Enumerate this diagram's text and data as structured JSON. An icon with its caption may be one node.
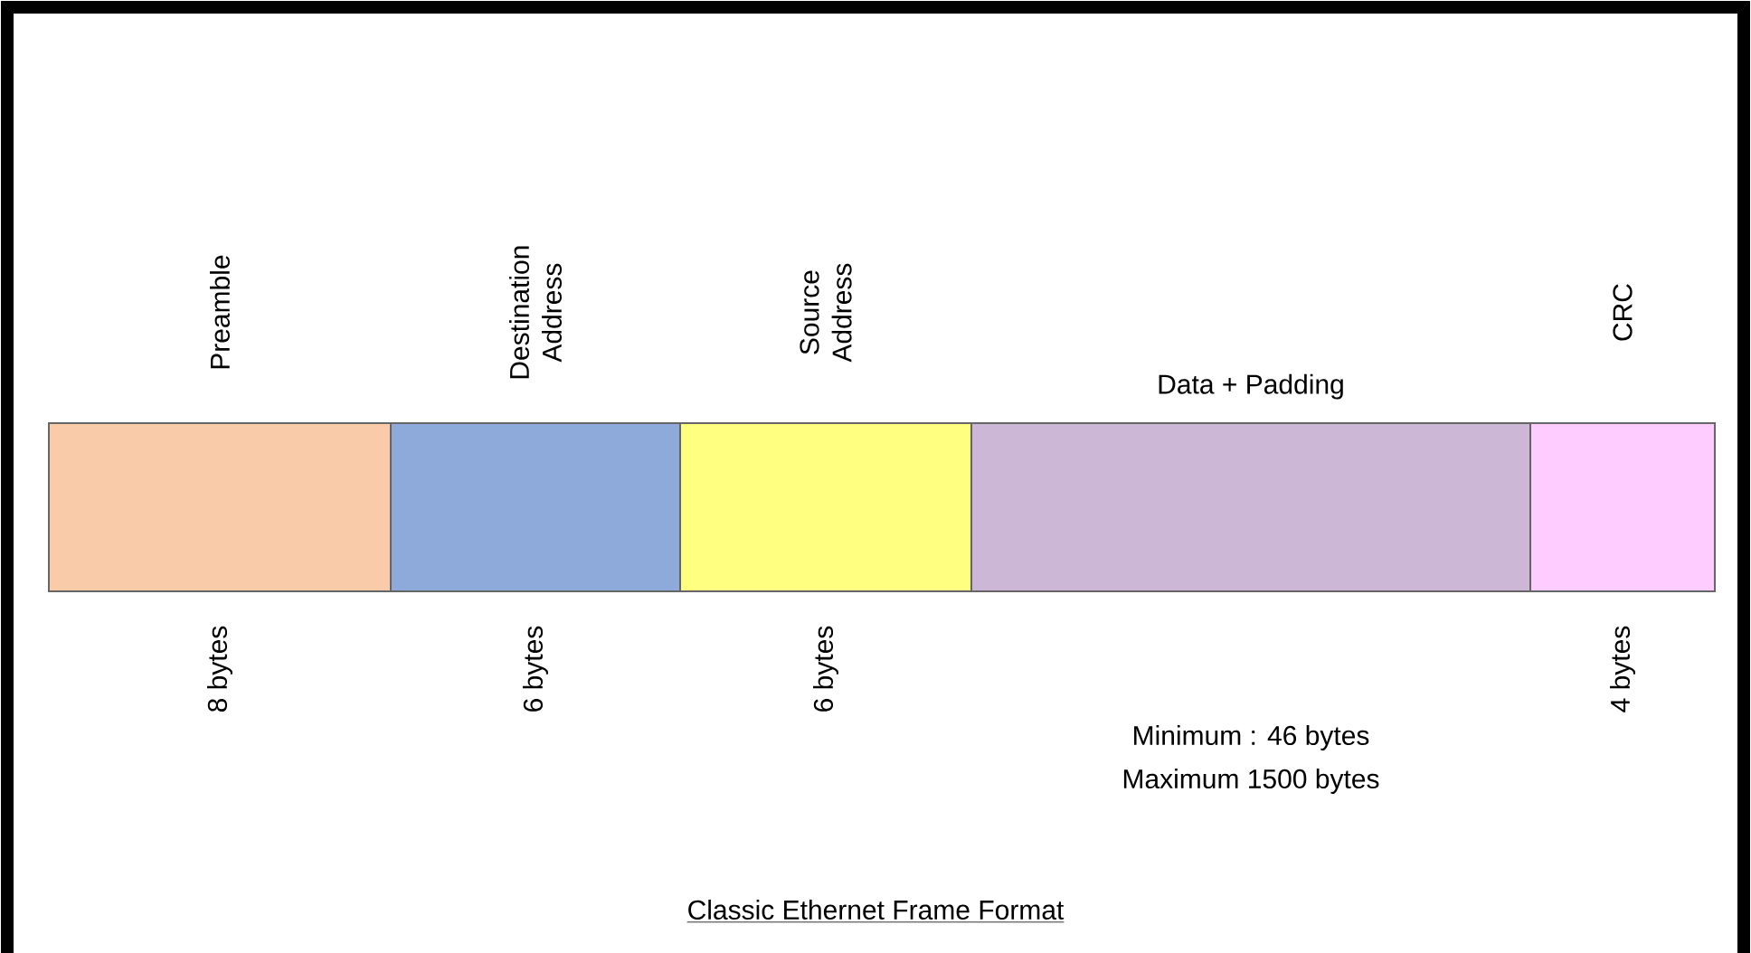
{
  "diagram": {
    "caption": "Classic Ethernet Frame Format",
    "nodes": [
      {
        "text": [
          "Preamble"
        ],
        "beside": [
          "8 bytes"
        ]
      },
      {
        "text": [
          "Destination Address"
        ],
        "beside": [
          "6 bytes"
        ]
      },
      {
        "text": [
          "Source Address"
        ],
        "beside": [
          "6 bytes"
        ]
      },
      {
        "text": [
          "Data + Padding"
        ],
        "beside": [
          "Minimum : 46 bytes",
          "Maximum 1500 bytes"
        ]
      },
      {
        "text": [
          "CRC"
        ],
        "beside": [
          "4 bytes"
        ]
      }
    ],
    "edges": []
  }
}
